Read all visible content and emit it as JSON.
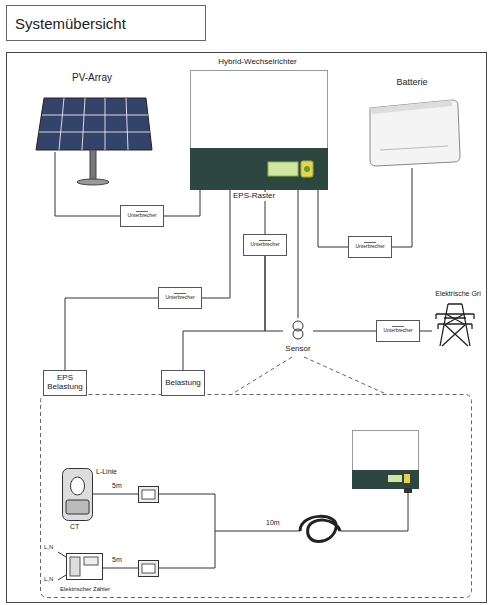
{
  "diagram": {
    "title": "Systemübersicht",
    "nodes": [
      {
        "text": [
          "Hybrid-Wechselrichter"
        ]
      },
      {
        "text": [
          "PV-Array"
        ]
      },
      {
        "text": [
          "Batterie"
        ]
      },
      {
        "text": [
          "Unterbrecher"
        ]
      },
      {
        "text": [
          "Unterbrecher"
        ]
      },
      {
        "text": [
          "Unterbrecher"
        ]
      },
      {
        "text": [
          "Unterbrecher"
        ]
      },
      {
        "text": [
          "Unterbrecher"
        ]
      },
      {
        "text": [
          "EPS Belastung"
        ]
      },
      {
        "text": [
          "Belastung"
        ]
      },
      {
        "text": [
          "Sensor"
        ]
      },
      {
        "text": [
          "Elektrische Gri"
        ]
      }
    ],
    "edges": [
      {
        "from": 1,
        "to": 3,
        "arrow": "none"
      },
      {
        "from": 3,
        "to": 0,
        "arrow": "none"
      },
      {
        "from": 0,
        "to": 4,
        "arrow": "none"
      },
      {
        "from": 4,
        "to": 8,
        "arrow": "none"
      },
      {
        "from": 0,
        "to": 5,
        "arrow": "none"
      },
      {
        "from": 5,
        "to": 9,
        "arrow": "none"
      },
      {
        "from": 5,
        "to": 10,
        "arrow": "none"
      },
      {
        "from": 0,
        "to": 10,
        "arrow": "none"
      },
      {
        "from": 10,
        "to": 7,
        "arrow": "none"
      },
      {
        "from": 7,
        "to": 11,
        "arrow": "none"
      },
      {
        "from": 0,
        "to": 6,
        "arrow": "none"
      },
      {
        "from": 6,
        "to": 2,
        "arrow": "none"
      }
    ],
    "labels": [
      "EPS-Raster",
      "L-Linie",
      "CT",
      "5m",
      "5m",
      "10m",
      "L,N",
      "L,N",
      "Elektrischer Zähler"
    ]
  }
}
